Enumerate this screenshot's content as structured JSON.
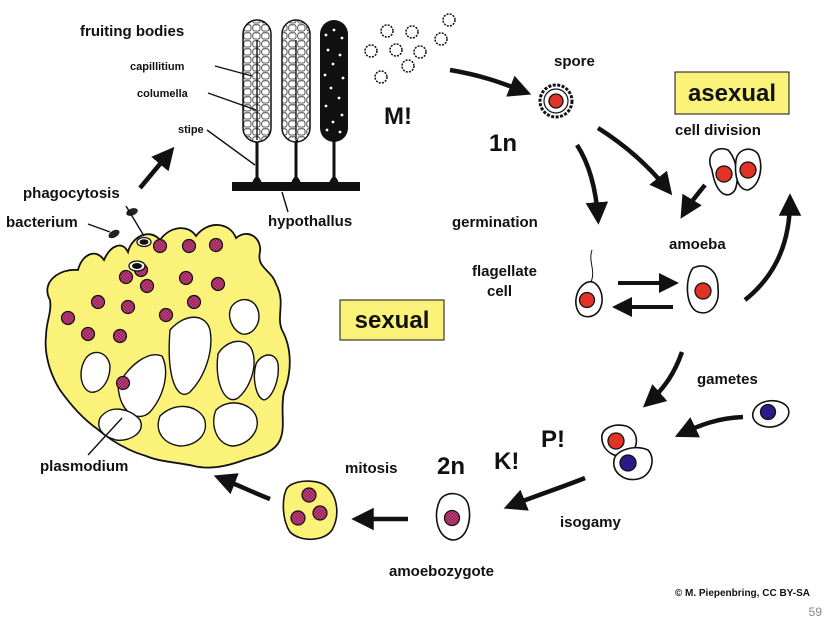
{
  "labels": {
    "fruiting_bodies": "fruiting bodies",
    "capillitium": "capillitium",
    "columella": "columella",
    "stipe": "stipe",
    "hypothallus": "hypothallus",
    "phagocytosis": "phagocytosis",
    "bacterium": "bacterium",
    "plasmodium": "plasmodium",
    "spore": "spore",
    "meiosis_mark": "M!",
    "haploid": "1n",
    "asexual": "asexual",
    "cell_division": "cell division",
    "germination": "germination",
    "amoeba": "amoeba",
    "flagellate_cell_line1": "flagellate",
    "flagellate_cell_line2": "cell",
    "sexual": "sexual",
    "gametes": "gametes",
    "plasmogamy_mark": "P!",
    "karyogamy_mark": "K!",
    "diploid": "2n",
    "isogamy": "isogamy",
    "mitosis": "mitosis",
    "amoebozygote": "amoebozygote",
    "copyright": "© M. Piepenbring, CC BY-SA",
    "page_number": "59"
  },
  "colors": {
    "plasmodium_fill": "#fbf27a",
    "box_fill": "#fbf27a",
    "red_nucleus": "#e03326",
    "blue_nucleus": "#2a1a8a",
    "diploid_nucleus": "#8b1a4a",
    "outline": "#111111"
  }
}
